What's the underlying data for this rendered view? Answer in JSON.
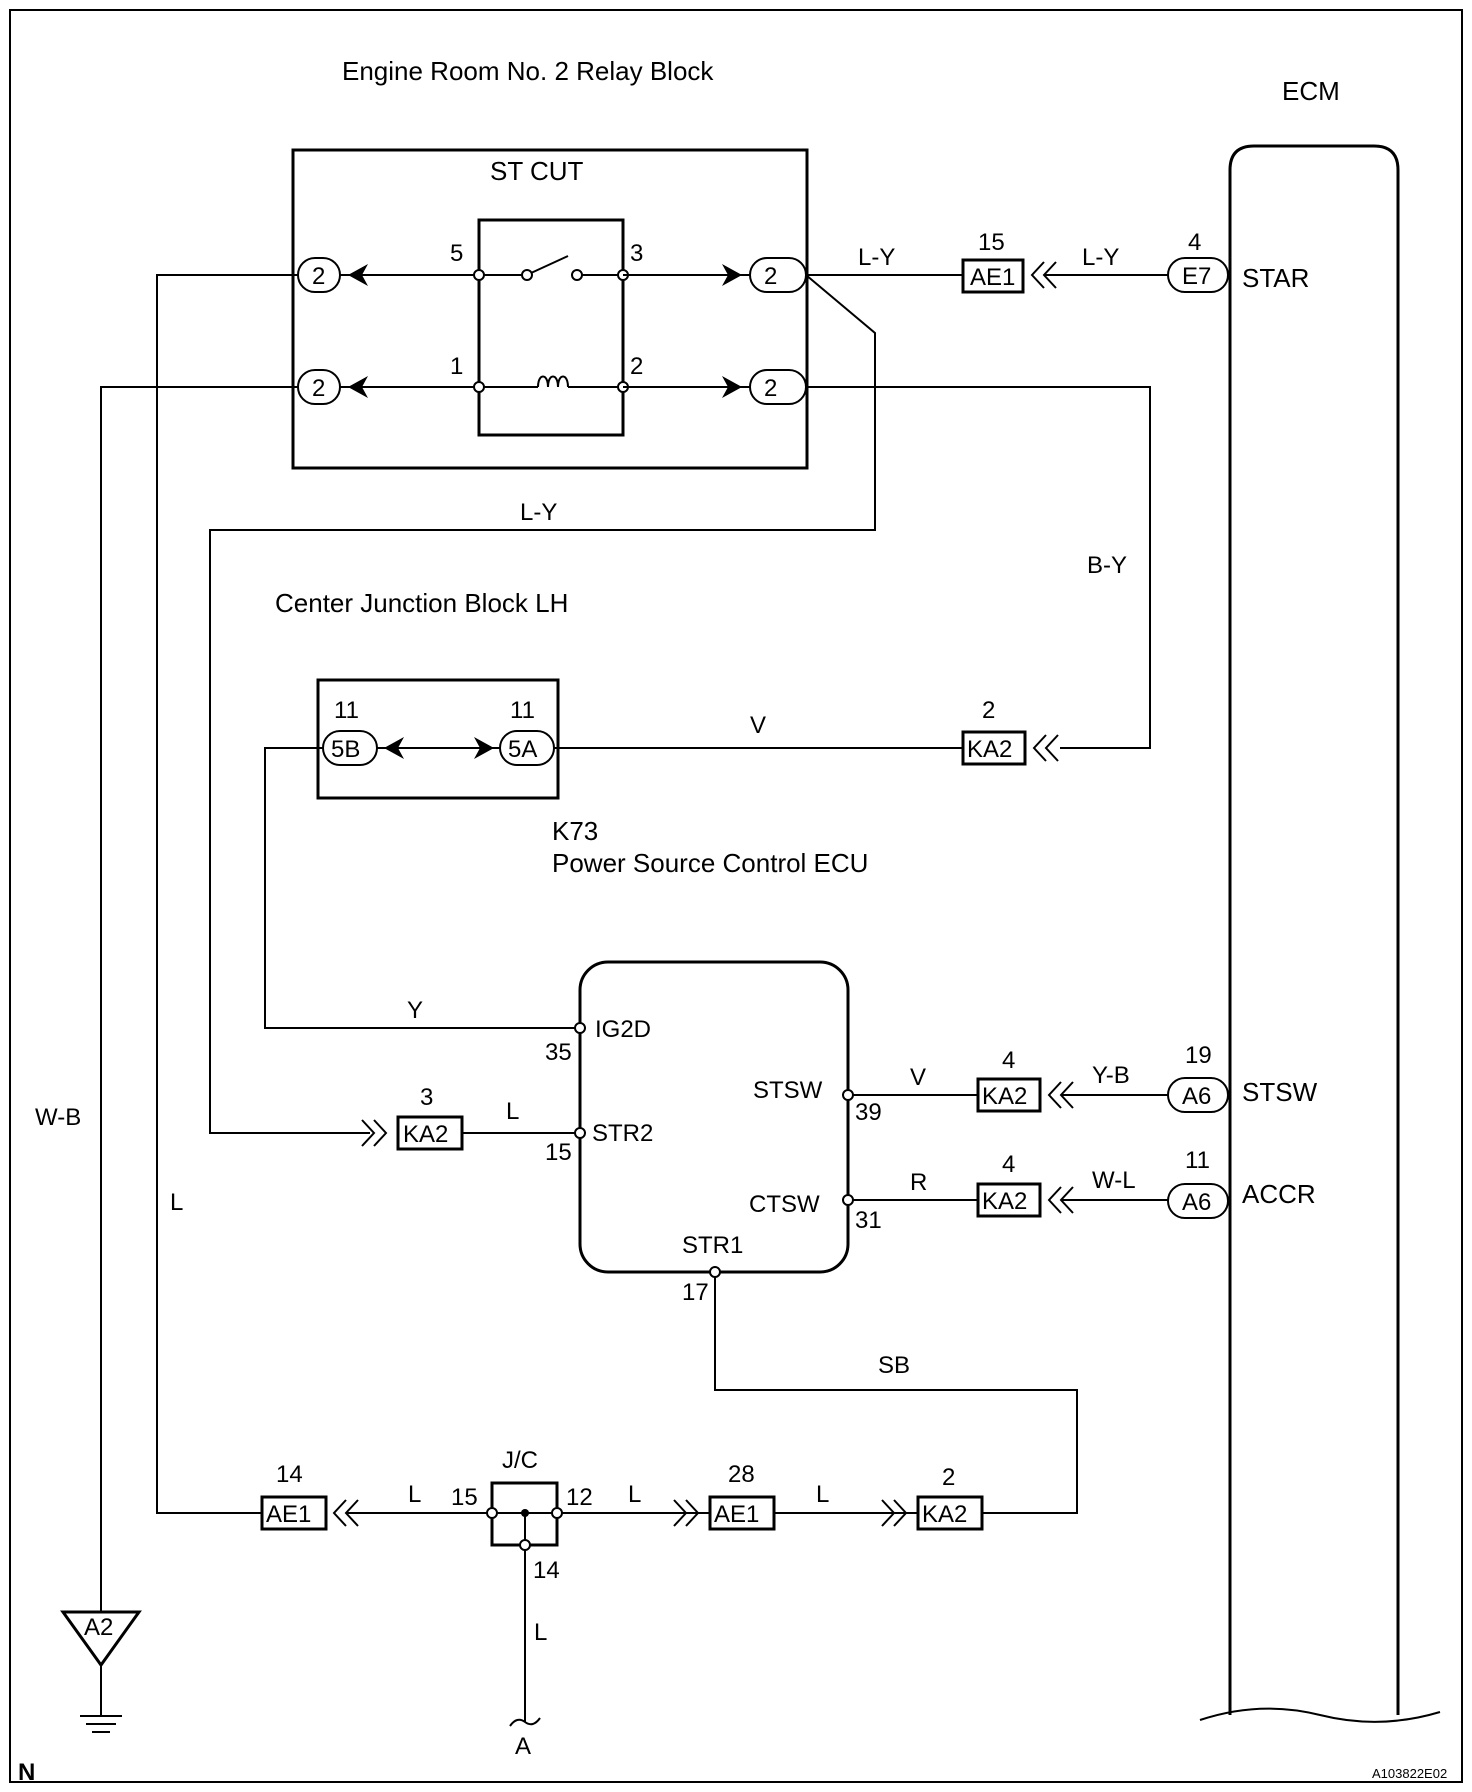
{
  "labels": {
    "relay_block_title": "Engine Room No. 2 Relay Block",
    "relay_name": "ST CUT",
    "ecm_title": "ECM",
    "junction_block_title": "Center Junction Block LH",
    "ecu_code": "K73",
    "ecu_title": "Power Source Control ECU",
    "jc_label": "J/C",
    "page_mark": "N",
    "figure_id": "A103822E02",
    "ground_label": "A2",
    "connection_a": "A"
  },
  "relay_pins": {
    "p5": "5",
    "p3": "3",
    "p1": "1",
    "p2": "2",
    "conn_tl": "2",
    "conn_tr": "2",
    "conn_bl": "2",
    "conn_br": "2"
  },
  "junction_pins": {
    "left_num": "11",
    "left_code": "5B",
    "right_num": "11",
    "right_code": "5A"
  },
  "ecu_pins": {
    "ig2d": "IG2D",
    "ig2d_num": "35",
    "str2": "STR2",
    "str2_num": "15",
    "stsw": "STSW",
    "stsw_num": "39",
    "ctsw": "CTSW",
    "ctsw_num": "31",
    "str1": "STR1",
    "str1_num": "17"
  },
  "ecm_pins": {
    "star": "STAR",
    "star_code": "E7",
    "star_num": "4",
    "stsw": "STSW",
    "stsw_code": "A6",
    "stsw_num": "19",
    "accr": "ACCR",
    "accr_code": "A6",
    "accr_num": "11"
  },
  "connectors": {
    "ae1_top": {
      "code": "AE1",
      "num": "15"
    },
    "ka2_v": {
      "code": "KA2",
      "num": "2"
    },
    "ka2_str2": {
      "code": "KA2",
      "num": "3"
    },
    "ka2_stsw": {
      "code": "KA2",
      "num": "4"
    },
    "ka2_ctsw": {
      "code": "KA2",
      "num": "4"
    },
    "ae1_left": {
      "code": "AE1",
      "num": "14"
    },
    "ae1_mid": {
      "code": "AE1",
      "num": "28"
    },
    "ka2_bottom": {
      "code": "KA2",
      "num": "2"
    },
    "jc_pins": {
      "left": "15",
      "right": "12",
      "bottom": "14"
    }
  },
  "wire_colors": {
    "ly_top_left": "L-Y",
    "ly_top_right": "L-Y",
    "ly_mid": "L-Y",
    "by": "B-Y",
    "v_junction": "V",
    "y_ig2d": "Y",
    "l_str2": "L",
    "v_stsw": "V",
    "yb_stsw": "Y-B",
    "r_ctsw": "R",
    "wl_ctsw": "W-L",
    "sb": "SB",
    "wb": "W-B",
    "l_left": "L",
    "l_ae1": "L",
    "l_jc_right": "L",
    "l_ka2": "L",
    "l_down": "L"
  }
}
